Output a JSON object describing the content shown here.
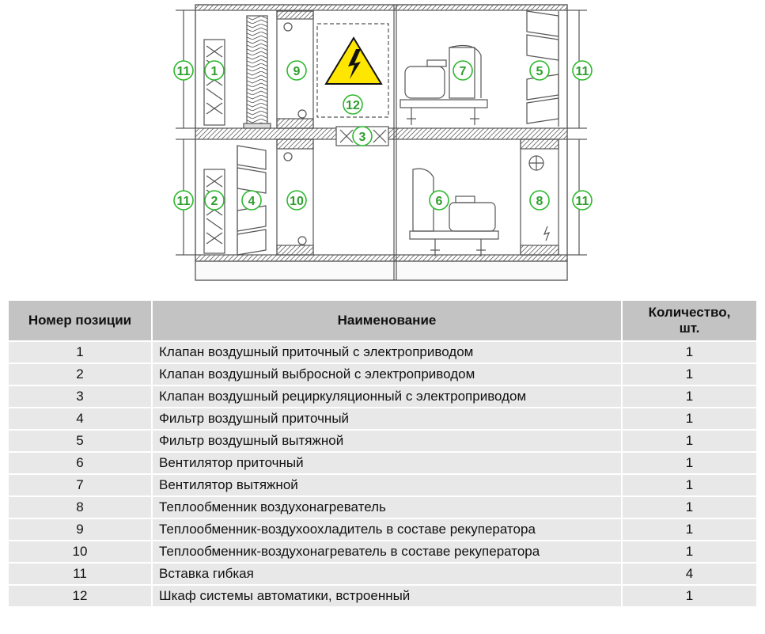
{
  "diagram": {
    "callouts": {
      "c1": "1",
      "c2": "2",
      "c3": "3",
      "c4": "4",
      "c5": "5",
      "c6": "6",
      "c7": "7",
      "c8": "8",
      "c9": "9",
      "c10": "10",
      "c11": "11",
      "c12": "12"
    },
    "colors": {
      "callout_stroke": "#2eb82e",
      "callout_text": "#2e9e2e",
      "warning_fill": "#ffe600",
      "line": "#555555"
    }
  },
  "table": {
    "headers": {
      "position": "Номер позиции",
      "name": "Наименование",
      "qty_line1": "Количество,",
      "qty_line2": "шт."
    },
    "rows": [
      {
        "pos": "1",
        "name": "Клапан воздушный приточный с электроприводом",
        "qty": "1"
      },
      {
        "pos": "2",
        "name": "Клапан воздушный выбросной с электроприводом",
        "qty": "1"
      },
      {
        "pos": "3",
        "name": "Клапан воздушный рециркуляционный с электроприводом",
        "qty": "1"
      },
      {
        "pos": "4",
        "name": "Фильтр воздушный приточный",
        "qty": "1"
      },
      {
        "pos": "5",
        "name": "Фильтр воздушный вытяжной",
        "qty": "1"
      },
      {
        "pos": "6",
        "name": "Вентилятор приточный",
        "qty": "1"
      },
      {
        "pos": "7",
        "name": "Вентилятор вытяжной",
        "qty": "1"
      },
      {
        "pos": "8",
        "name": "Теплообменник воздухонагреватель",
        "qty": "1"
      },
      {
        "pos": "9",
        "name": "Теплообменник-воздухоохладитель в составе рекуператора",
        "qty": "1"
      },
      {
        "pos": "10",
        "name": "Теплообменник-воздухонагреватель в составе рекуператора",
        "qty": "1"
      },
      {
        "pos": "11",
        "name": "Вставка гибкая",
        "qty": "4"
      },
      {
        "pos": "12",
        "name": "Шкаф системы автоматики, встроенный",
        "qty": "1"
      }
    ]
  }
}
